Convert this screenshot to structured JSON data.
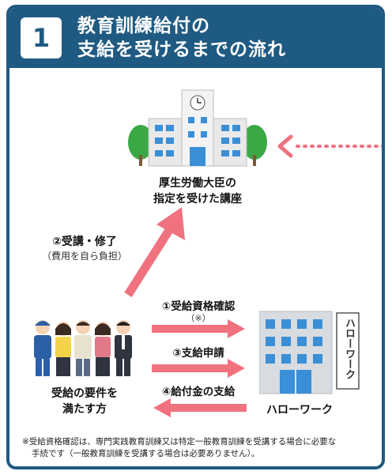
{
  "header": {
    "step_number": "1",
    "title_line1": "教育訓練給付の",
    "title_line2": "支給を受けるまでの流れ"
  },
  "course": {
    "line1": "厚生労働大臣の",
    "line2": "指定を受けた講座"
  },
  "attend": {
    "label": "②受講・修了",
    "sub": "（費用を自ら負担）"
  },
  "steps": {
    "step1": "①受給資格確認",
    "step1_note": "（※）",
    "step3": "③支給申請",
    "step4": "④給付金の支給"
  },
  "applicants": {
    "line1": "受給の要件を",
    "line2": "満たす方"
  },
  "office": {
    "label": "ハローワーク",
    "sign": "ハローワーク"
  },
  "footnote": {
    "line1": "※受給資格確認は、専門実践教育訓練又は特定一般教育訓練を受講する場合に必要な",
    "line2": "手続です（一般教育訓練を受講する場合は必要ありません）。"
  },
  "colors": {
    "header_blue": "#1f5a82",
    "arrow_pink": "#f0727f",
    "building_blue": "#3b8fd6"
  }
}
